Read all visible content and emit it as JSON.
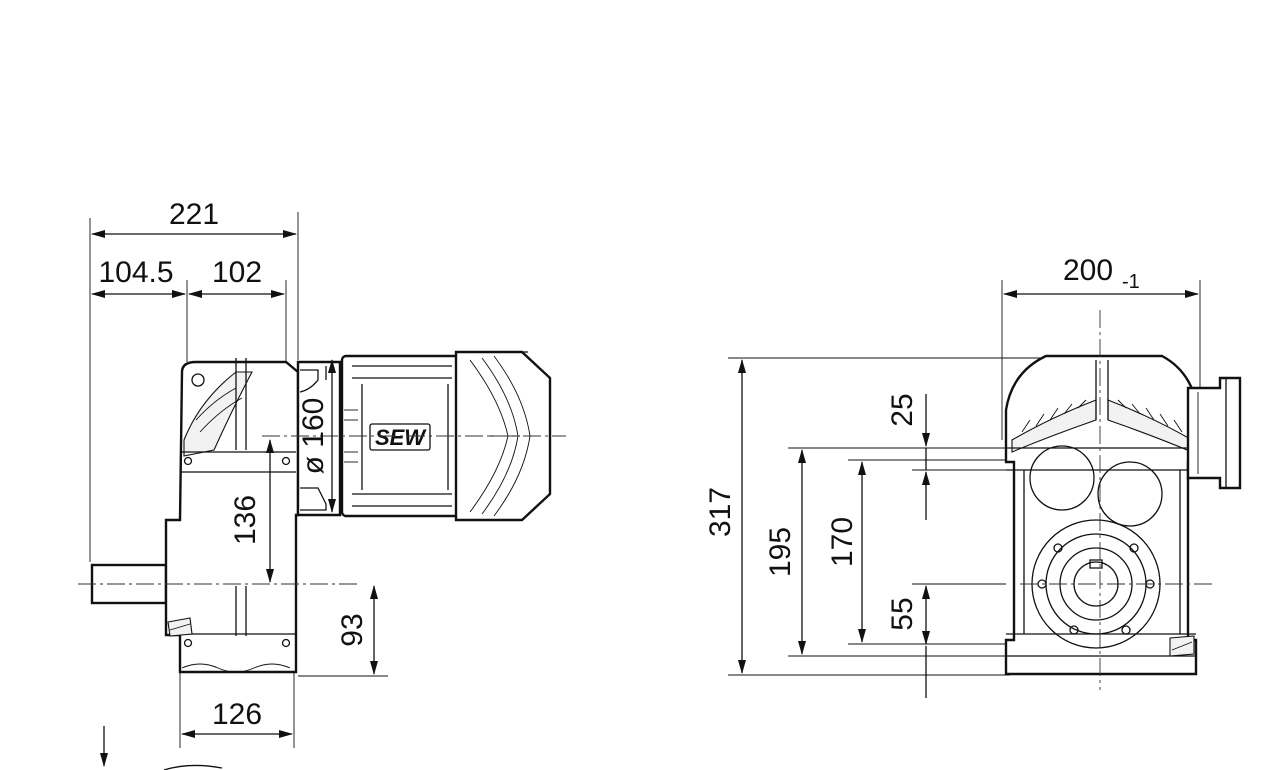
{
  "side_view": {
    "dimensions": {
      "overall_length": "221",
      "shaft_to_housing": "104.5",
      "housing_to_motor": "102",
      "motor_diameter": "ø 160",
      "housing_height": "136",
      "shaft_height": "93",
      "foot_width": "126"
    },
    "brand_label": "SEW"
  },
  "front_view": {
    "dimensions": {
      "overall_width": "200",
      "width_tolerance": "-1",
      "overall_height": "317",
      "height_195": "195",
      "height_170": "170",
      "offset_25": "25",
      "offset_55": "55"
    }
  }
}
